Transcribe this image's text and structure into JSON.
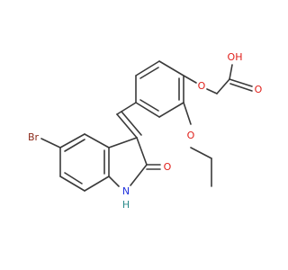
{
  "molecule": {
    "atoms": {
      "br": "Br",
      "o_carbonyl": "O",
      "n": "N",
      "h": "H",
      "o_ether": "O",
      "o_ethoxy": "O",
      "o_acid_carbonyl": "O",
      "o_hydroxyl": "OH"
    }
  },
  "colors": {
    "bond": "#3a3a3a",
    "bromine": "#8b2a1a",
    "oxygen": "#e0201b",
    "nitrogen": "#2233dd",
    "hydrogen_on_n": "#2a8a8a"
  }
}
